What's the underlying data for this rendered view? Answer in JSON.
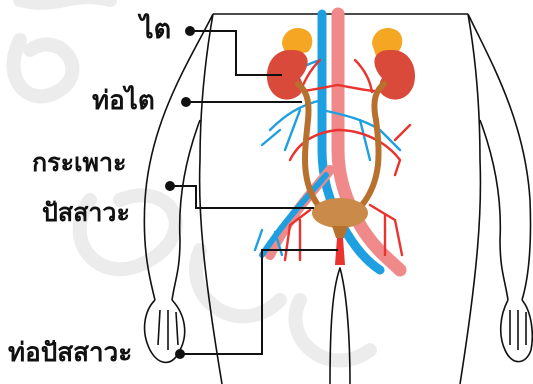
{
  "labels": {
    "kidney": "ไต",
    "ureter": "ท่อไต",
    "bladder_line1": "กระเพาะ",
    "bladder_line2": "ปัสสาวะ",
    "urethra": "ท่อปัสสาวะ"
  },
  "colors": {
    "kidney": "#d94a3a",
    "adrenal": "#f5a623",
    "ureter": "#b8702f",
    "bladder": "#c98a4a",
    "artery": "#e8332e",
    "vein": "#1ea0e0",
    "aorta_light": "#f08a8a",
    "outline": "#111111",
    "watermark": "#e6e6e6"
  }
}
